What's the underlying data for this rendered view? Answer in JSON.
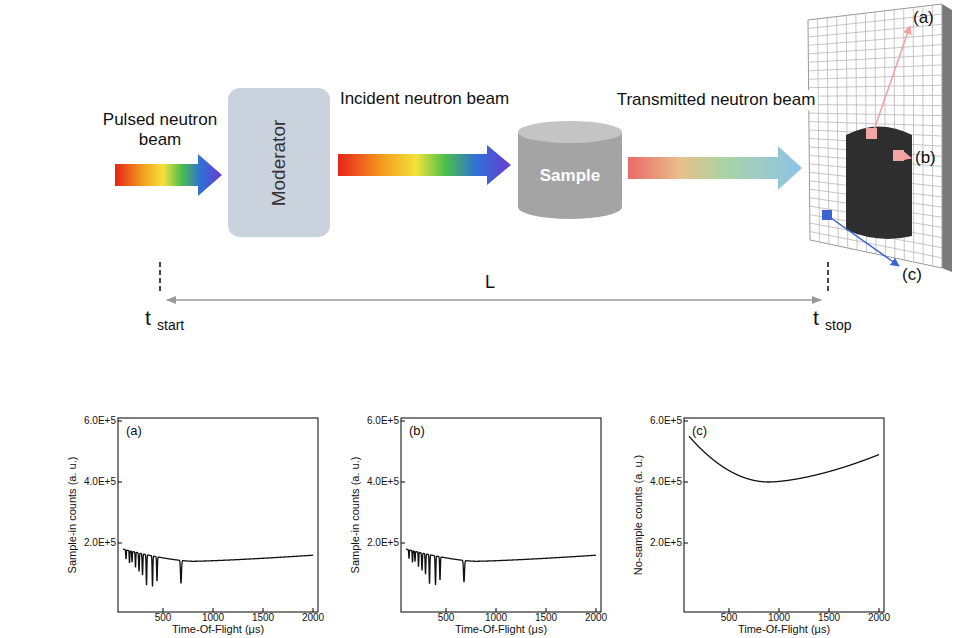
{
  "diagram": {
    "nodes": [
      {
        "text": [
          "Moderator"
        ]
      },
      {
        "text": [
          "Sample"
        ]
      }
    ],
    "edges": [
      {
        "from": 0,
        "to": 1,
        "arrow": "to",
        "label": "Incident neutron beam"
      }
    ],
    "labels": [
      "Pulsed neutron beam",
      "Transmitted neutron beam",
      "(a)",
      "(b)",
      "(c)",
      "t",
      "start",
      "L",
      "t",
      "stop",
      "6.0E+5",
      "4.0E+5",
      "2.0E+5",
      "500",
      "1000",
      "1500",
      "2000",
      "(a)",
      "Sample-in counts (a. u.)",
      "Time-Of-Flight (μs)",
      "6.0E+5",
      "4.0E+5",
      "2.0E+5",
      "500",
      "1000",
      "1500",
      "2000",
      "(b)",
      "Sample-in counts (a. u.)",
      "Time-Of-Flight (μs)",
      "6.0E+5",
      "4.0E+5",
      "2.0E+5",
      "500",
      "1000",
      "1500",
      "2000",
      "(c)",
      "No-sample counts (a. u.)",
      "Time-Of-Flight (μs)"
    ]
  }
}
